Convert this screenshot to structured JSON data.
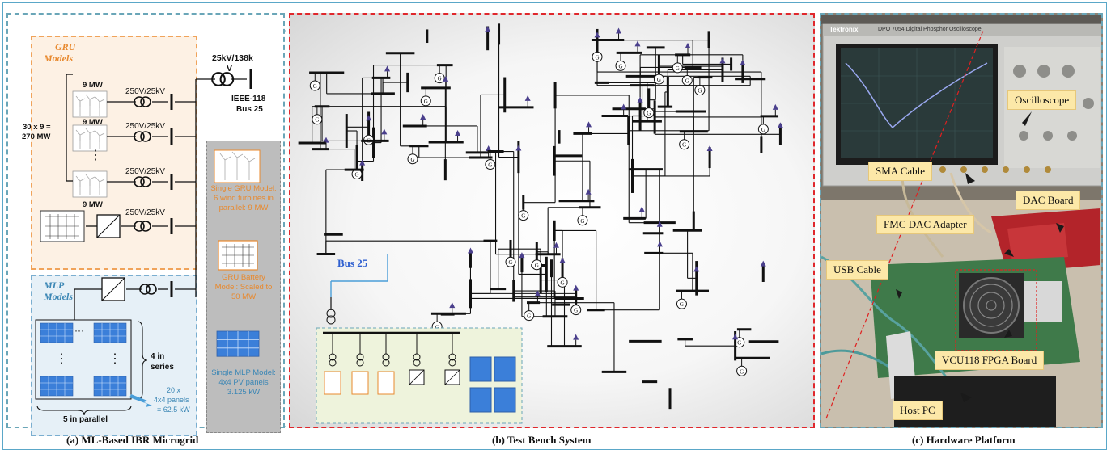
{
  "panel_a": {
    "gru_title": "GRU",
    "gru_subtitle": "Models",
    "turbine_rating": "9 MW",
    "xfmr_label": "250V/25kV",
    "main_xfmr_label": "25kV/138k",
    "main_xfmr_label_v": "V",
    "ieee_label": "IEEE-118",
    "bus_label": "Bus 25",
    "capacity_line1": "30 x 9 =",
    "capacity_line2": "270 MW",
    "dots": "⋮",
    "mlp_title": "MLP",
    "mlp_subtitle": "Models",
    "series_label_1": "4 in",
    "series_label_2": "series",
    "parallel_label": "5 in parallel",
    "panels_note_1": "20 x",
    "panels_note_2": "4x4 panels",
    "panels_note_3": "= 62.5 kW",
    "legend_gru": "Single GRU Model: 6 wind turbines in parallel: 9 MW",
    "legend_battery": "GRU Battery Model: Scaled to 50 MW",
    "legend_mlp": "Single MLP Model: 4x4 PV panels 3.125 kW",
    "caption": "(a) ML-Based IBR Microgrid"
  },
  "panel_b": {
    "bus_label": "Bus 25",
    "generator_symbol": "G",
    "caption": "(b) Test Bench System"
  },
  "panel_c": {
    "scope_brand": "Tektronix",
    "scope_model": "DPO 7054  Digital Phosphor Oscilloscope",
    "callouts": [
      "Oscilloscope",
      "SMA Cable",
      "DAC Board",
      "FMC DAC Adapter",
      "USB Cable",
      "VCU118 FPGA Board",
      "Host PC"
    ],
    "caption": "(c) Hardware Platform"
  },
  "colors": {
    "orange": "#e8892e",
    "blue_title": "#2e5fd0",
    "red_frame": "#e0272c",
    "teal_frame": "#6aa6b8",
    "callout_fill": "#fce8a8"
  }
}
